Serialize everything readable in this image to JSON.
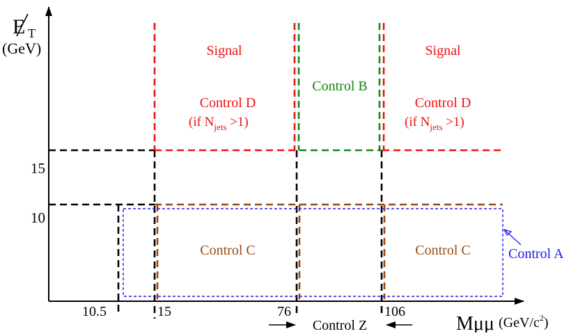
{
  "axes": {
    "y_label_main": "E",
    "y_label_sub": "T",
    "y_unit": "(GeV)",
    "x_label_main": "Mμμ",
    "x_unit_prefix": "(GeV/c",
    "x_unit_sup": "2",
    "x_unit_suffix": ")",
    "x_ticks": [
      "10.5",
      "15",
      "76",
      "106"
    ],
    "y_ticks": [
      "15",
      "10"
    ]
  },
  "regions": {
    "signal_left": "Signal",
    "signal_right": "Signal",
    "control_b": "Control B",
    "control_d_left": "Control D",
    "control_d_right": "Control D",
    "cond_prefix": "(if N",
    "cond_sub": "jets",
    "cond_suffix": " >1)",
    "control_c_left": "Control C",
    "control_c_right": "Control C",
    "control_a": "Control A",
    "control_z": "Control Z"
  },
  "colors": {
    "signal": "#ee1111",
    "control_b": "#118811",
    "control_c": "#9a4a12",
    "control_a": "#1a1aee",
    "axis": "#000000"
  }
}
